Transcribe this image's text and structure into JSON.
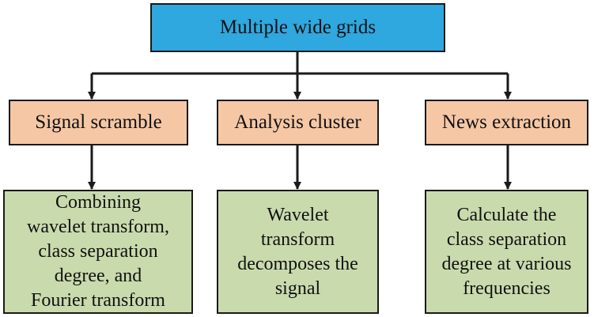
{
  "colors": {
    "top_fill": "#2fa7df",
    "mid_fill": "#f6c7a5",
    "bottom_fill": "#c9dbad",
    "line": "#1a1a1a"
  },
  "root": {
    "label": "Multiple wide grids"
  },
  "branches": [
    {
      "label": "Signal scramble",
      "detail": "Combining\nwavelet transform,\nclass separation\ndegree, and\nFourier transform"
    },
    {
      "label": "Analysis cluster",
      "detail": "Wavelet\ntransform\ndecomposes the\nsignal"
    },
    {
      "label": "News extraction",
      "detail": "Calculate the\nclass separation\ndegree at various\nfrequencies"
    }
  ]
}
